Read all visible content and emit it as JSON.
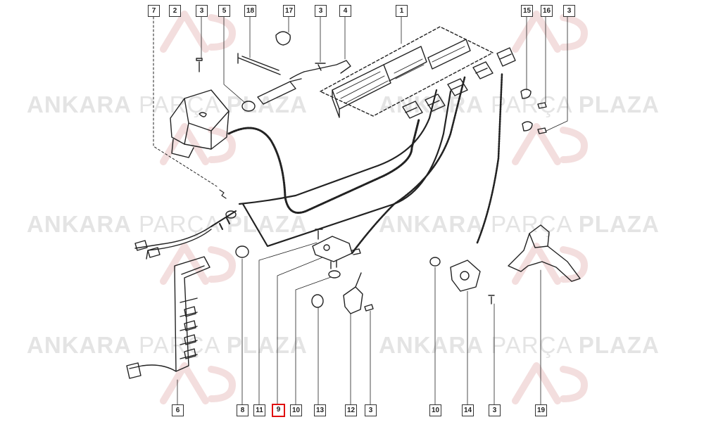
{
  "watermark": {
    "word1": "ANKARA",
    "word2": "PARÇA",
    "word3": "PLAZA"
  },
  "callouts_top": [
    "7",
    "2",
    "3",
    "5",
    "18",
    "17",
    "3",
    "4",
    "1",
    "15",
    "16",
    "3"
  ],
  "callouts_bottom": [
    "6",
    "8",
    "11",
    "9",
    "10",
    "13",
    "12",
    "3",
    "10",
    "14",
    "3",
    "19"
  ],
  "highlighted_callout": "9",
  "colors": {
    "highlight": "#e01010",
    "line": "#222222",
    "watermark": "#e4e4e4"
  }
}
